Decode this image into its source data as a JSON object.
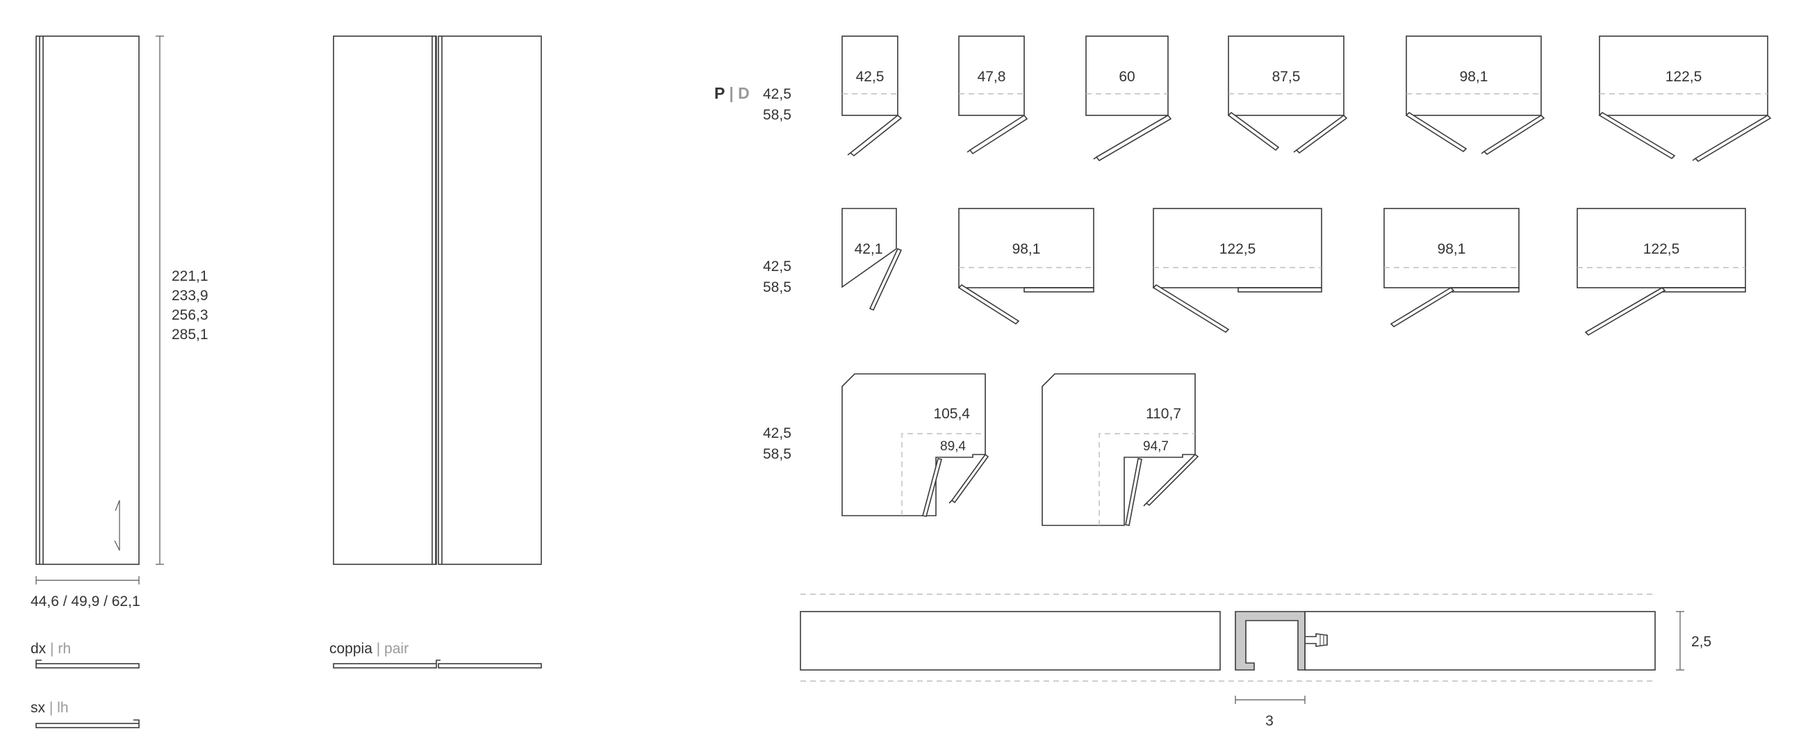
{
  "left_panel": {
    "heights": [
      "221,1",
      "233,9",
      "256,3",
      "285,1"
    ],
    "widths": "44,6 / 49,9 / 62,1",
    "dx_label": "dx",
    "dx_separator": "|",
    "dx_en": "rh",
    "sx_label": "sx",
    "sx_separator": "|",
    "sx_en": "lh",
    "pair_label": "coppia",
    "pair_separator": "|",
    "pair_en": "pair"
  },
  "legend": {
    "p": "P",
    "separator": "|",
    "d": "D"
  },
  "rows": [
    {
      "depths": [
        "42,5",
        "58,5"
      ],
      "items": [
        "42,5",
        "47,8",
        "60",
        "87,5",
        "98,1",
        "122,5"
      ]
    },
    {
      "depths": [
        "42,5",
        "58,5"
      ],
      "items": [
        "42,1",
        "98,1",
        "122,5",
        "98,1",
        "122,5"
      ]
    },
    {
      "depths": [
        "42,5",
        "58,5"
      ],
      "items": [
        {
          "outer": "105,4",
          "inner": "89,4"
        },
        {
          "outer": "110,7",
          "inner": "94,7"
        }
      ]
    }
  ],
  "profile": {
    "height": "2,5",
    "width": "3"
  }
}
